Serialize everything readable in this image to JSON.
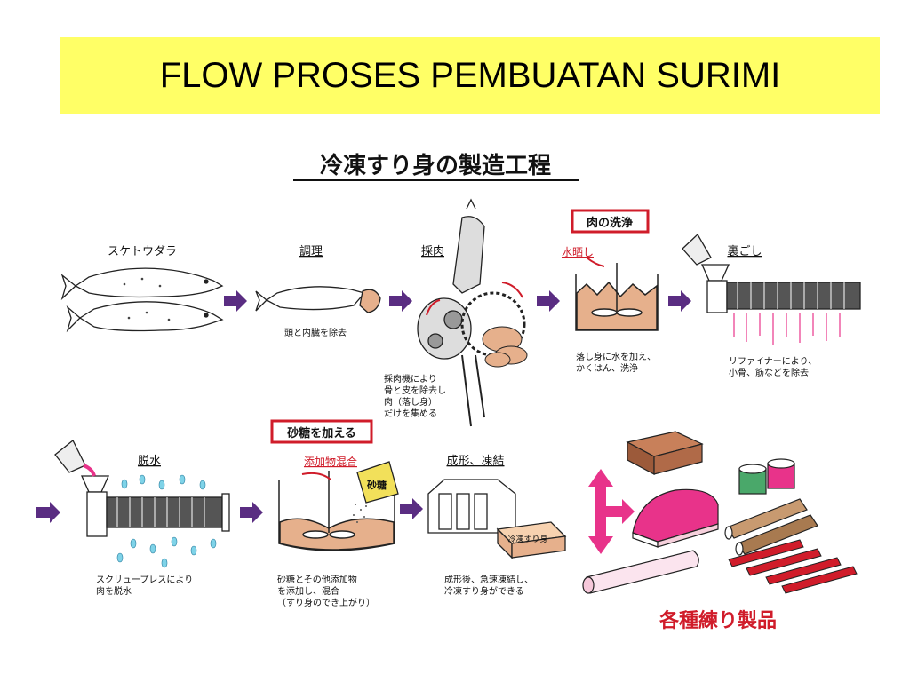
{
  "slide": {
    "title": "FLOW PROSES PEMBUATAN SURIMI"
  },
  "diagram": {
    "heading": "冷凍すり身の製造工程",
    "steps": [
      {
        "label": "スケトウダラ",
        "note": ""
      },
      {
        "label": "調理",
        "note": "頭と内臓を除去"
      },
      {
        "label": "採肉",
        "note_lines": [
          "採肉機により",
          "骨と皮を除去し",
          "肉（落し身）",
          "だけを集める"
        ]
      },
      {
        "label": "水晒し",
        "note_lines": [
          "落し身に水を加え、",
          "かくはん、洗浄"
        ]
      },
      {
        "label": "裏ごし",
        "note_lines": [
          "リファイナーにより、",
          "小骨、筋などを除去"
        ]
      },
      {
        "label": "脱水",
        "note_lines": [
          "スクリュープレスにより",
          "肉を脱水"
        ]
      },
      {
        "label": "添加物混合",
        "note_lines": [
          "砂糖とその他添加物",
          "を添加し、混合",
          "（すり身のでき上がり）"
        ]
      },
      {
        "label": "成形、凍結",
        "note_lines": [
          "成形後、急速凍結し、",
          "冷凍すり身ができる"
        ]
      }
    ],
    "boxed_labels": {
      "wash": "肉の洗浄",
      "sugar": "砂糖を加える"
    },
    "sugar_bag": "砂糖",
    "block_label": "冷凍すり身",
    "products_label": "各種練り製品"
  },
  "colors": {
    "title_bg": "#ffff66",
    "arrow": "#5a2d82",
    "red": "#d01c2a",
    "pink": "#e8338a",
    "flesh": "#e6b08c"
  }
}
